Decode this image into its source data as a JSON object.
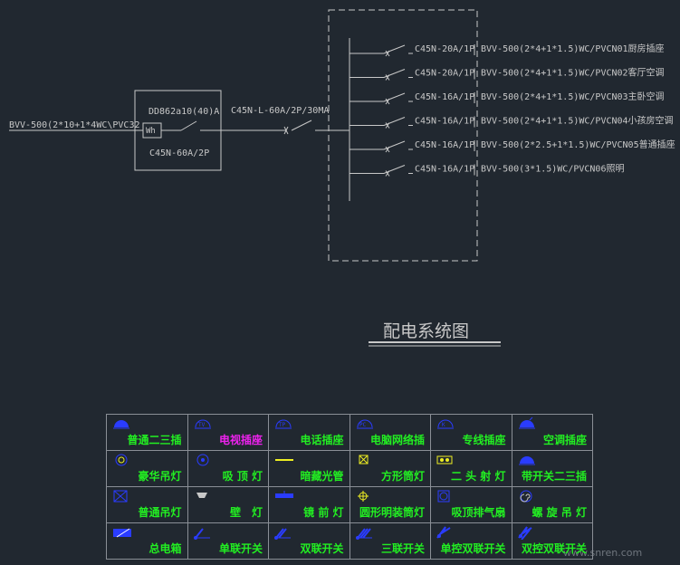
{
  "diagram": {
    "incoming_cable": "BVV-500(2*10+1*4WC\\PVC32",
    "meter_model": "DD862a10(40)A",
    "meter_symbol": "Wh",
    "main_breaker": "C45N-60A/2P",
    "rcd_breaker": "C45N-L-60A/2P/30MA",
    "title": "配电系统图",
    "circuits": [
      {
        "breaker": "C45N-20A/1P",
        "cable": "BVV-500(2*4+1*1.5)WC/PVC",
        "desc": "N01厨房插座"
      },
      {
        "breaker": "C45N-20A/1P",
        "cable": "BVV-500(2*4+1*1.5)WC/PVC",
        "desc": "N02客厅空调"
      },
      {
        "breaker": "C45N-16A/1P",
        "cable": "BVV-500(2*4+1*1.5)WC/PVC",
        "desc": "N03主卧空调"
      },
      {
        "breaker": "C45N-16A/1P",
        "cable": "BVV-500(2*4+1*1.5)WC/PVC",
        "desc": "N04小孩房空调"
      },
      {
        "breaker": "C45N-16A/1P",
        "cable": "BVV-500(2*2.5+1*1.5)WC/PVC",
        "desc": "N05普通插座"
      },
      {
        "breaker": "C45N-16A/1P",
        "cable": "BVV-500(3*1.5)WC/PVC",
        "desc": "N06照明"
      }
    ]
  },
  "legend": {
    "colors": {
      "symbol_blue": "#2a3cff",
      "label_green": "#22ee22",
      "label_yellow": "#eeee22",
      "label_magenta": "#ee22ee",
      "line": "#c8c8c8"
    },
    "rows": [
      [
        {
          "icon": "dome-socket-icon",
          "label": "普通二三插",
          "color": "#22ee22"
        },
        {
          "icon": "tv-socket-icon",
          "label": "电视插座",
          "color": "#ee22ee"
        },
        {
          "icon": "phone-socket-icon",
          "label": "电话插座",
          "color": "#22ee22"
        },
        {
          "icon": "network-socket-icon",
          "label": "电脑网络插",
          "color": "#22ee22"
        },
        {
          "icon": "dedicated-socket-icon",
          "label": "专线插座",
          "color": "#22ee22"
        },
        {
          "icon": "ac-socket-icon",
          "label": "空调插座",
          "color": "#22ee22"
        }
      ],
      [
        {
          "icon": "chandelier-icon",
          "label": "豪华吊灯",
          "color": "#22ee22"
        },
        {
          "icon": "ceiling-light-icon",
          "label": "吸 顶 灯",
          "color": "#22ee22"
        },
        {
          "icon": "hidden-tube-icon",
          "label": "暗藏光管",
          "color": "#22ee22"
        },
        {
          "icon": "square-downlight-icon",
          "label": "方形筒灯",
          "color": "#22ee22"
        },
        {
          "icon": "twin-spotlight-icon",
          "label": "二 头 射 灯",
          "color": "#22ee22"
        },
        {
          "icon": "switched-socket-icon",
          "label": "带开关二三插",
          "color": "#22ee22"
        }
      ],
      [
        {
          "icon": "pendant-light-icon",
          "label": "普通吊灯",
          "color": "#22ee22"
        },
        {
          "icon": "wall-light-icon",
          "label": "壁　灯",
          "color": "#22ee22"
        },
        {
          "icon": "mirror-light-icon",
          "label": "镜 前 灯",
          "color": "#22ee22"
        },
        {
          "icon": "round-downlight-icon",
          "label": "圆形明装筒灯",
          "color": "#22ee22"
        },
        {
          "icon": "exhaust-fan-icon",
          "label": "吸顶排气扇",
          "color": "#22ee22"
        },
        {
          "icon": "spiral-lamp-icon",
          "label": "螺 旋 吊 灯",
          "color": "#22ee22"
        }
      ],
      [
        {
          "icon": "distribution-box-icon",
          "label": "总电箱",
          "color": "#22ee22"
        },
        {
          "icon": "single-switch-icon",
          "label": "单联开关",
          "color": "#22ee22"
        },
        {
          "icon": "double-switch-icon",
          "label": "双联开关",
          "color": "#22ee22"
        },
        {
          "icon": "triple-switch-icon",
          "label": "三联开关",
          "color": "#22ee22"
        },
        {
          "icon": "single-twoway-switch-icon",
          "label": "单控双联开关",
          "color": "#22ee22"
        },
        {
          "icon": "double-twoway-switch-icon",
          "label": "双控双联开关",
          "color": "#22ee22"
        }
      ]
    ]
  },
  "watermark": "www.snren.com"
}
